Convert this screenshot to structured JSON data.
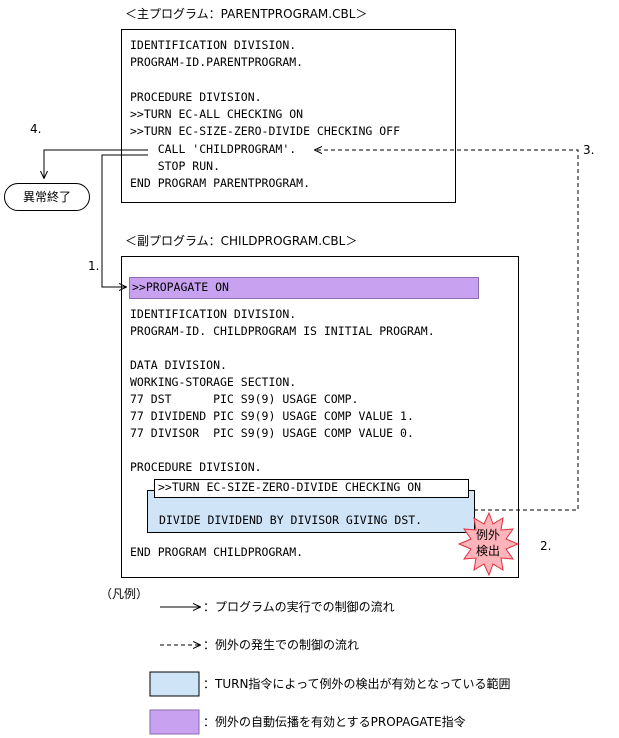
{
  "parent": {
    "title": "＜主プログラム：PARENTPROGRAM.CBL＞",
    "lines": [
      "IDENTIFICATION DIVISION.",
      "PROGRAM-ID.PARENTPROGRAM.",
      "",
      "PROCEDURE DIVISION.",
      ">>TURN EC-ALL CHECKING ON",
      ">>TURN EC-SIZE-ZERO-DIVIDE CHECKING OFF",
      "    CALL 'CHILDPROGRAM'.",
      "    STOP RUN.",
      "END PROGRAM PARENTPROGRAM."
    ]
  },
  "child": {
    "title": "＜副プログラム：CHILDPROGRAM.CBL＞",
    "propagate": ">>PROPAGATE ON",
    "lines": [
      "IDENTIFICATION DIVISION.",
      "PROGRAM-ID. CHILDPROGRAM IS INITIAL PROGRAM.",
      "",
      "DATA DIVISION.",
      "WORKING-STORAGE SECTION.",
      "77 DST      PIC S9(9) USAGE COMP.",
      "77 DIVIDEND PIC S9(9) USAGE COMP VALUE 1.",
      "77 DIVISOR  PIC S9(9) USAGE COMP VALUE 0.",
      "",
      "PROCEDURE DIVISION."
    ],
    "turn_stmt": ">>TURN EC-SIZE-ZERO-DIVIDE CHECKING ON",
    "divide_stmt": "DIVIDE DIVIDEND BY DIVISOR GIVING DST.",
    "end_line": "END PROGRAM CHILDPROGRAM."
  },
  "abnormal_end": "異常終了",
  "exception": {
    "line1": "例外",
    "line2": "検出"
  },
  "steps": {
    "s1": "1.",
    "s2": "2.",
    "s3": "3.",
    "s4": "4."
  },
  "legend": {
    "title": "（凡例）",
    "solid": "：プログラムの実行での制御の流れ",
    "dashed": "：例外の発生での制御の流れ",
    "turn": "：TURN指令によって例外の検出が有効となっている範囲",
    "propagate": "：例外の自動伝播を有効とするPROPAGATE指令"
  },
  "colors": {
    "propagate_fill": "#c8a2f0",
    "turn_fill": "#cfe4f7",
    "starburst_fill": "#ffb3ba",
    "starburst_stroke": "#e0303c"
  }
}
